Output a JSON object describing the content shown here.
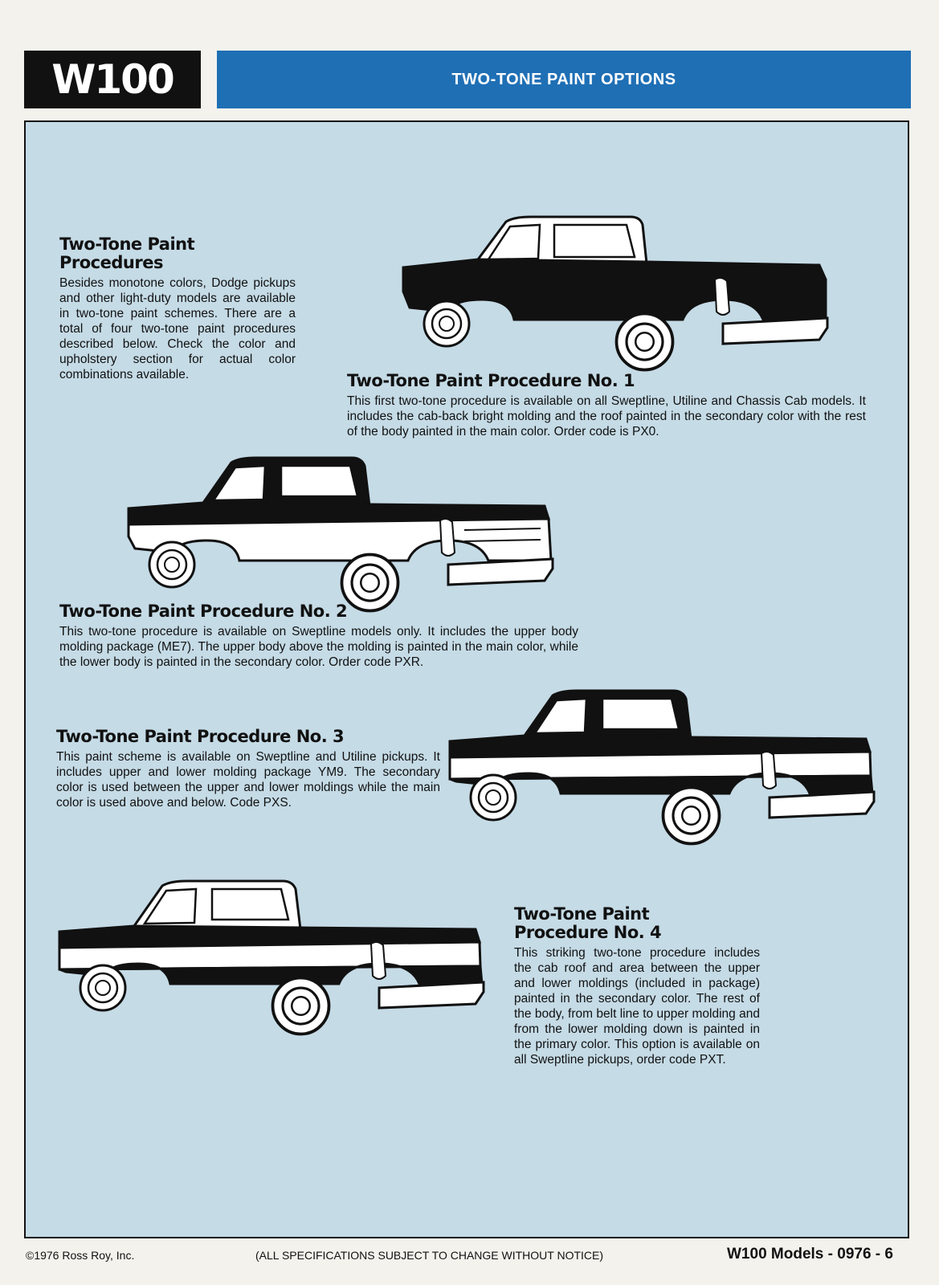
{
  "header": {
    "model": "W100",
    "title": "TWO-TONE PAINT OPTIONS"
  },
  "sections": [
    {
      "title_line1": "Two-Tone Paint",
      "title_line2": "Procedures",
      "body": "Besides monotone colors, Dodge pickups and other light-duty models are available in two-tone paint schemes. There are a total of four two-tone paint procedures described below. Check the color and upholstery section for actual color combinations available."
    },
    {
      "title": "Two-Tone Paint Procedure No. 1",
      "body": "This first two-tone procedure is available on all Sweptline, Utiline and Chassis Cab models. It includes the cab-back bright molding and the roof painted in the secondary color with the rest of the body painted in the main color. Order code is PX0."
    },
    {
      "title": "Two-Tone Paint Procedure No. 2",
      "body": "This two-tone procedure is available on Sweptline models only. It includes the upper body molding package (ME7). The upper body above the molding is painted in the main color, while the lower body is painted in the secondary color. Order code PXR."
    },
    {
      "title": "Two-Tone Paint Procedure No. 3",
      "body": "This paint scheme is available on Sweptline and Utiline pickups. It includes upper and lower molding package YM9. The secondary color is used between the upper and lower moldings while the main color is used above and below. Code PXS."
    },
    {
      "title_line1": "Two-Tone Paint",
      "title_line2": "Procedure No. 4",
      "body": "This striking two-tone procedure includes the cab roof and area between the upper and lower moldings (included in package) painted in the secondary color. The rest of the body, from belt line to upper molding and from the lower molding down is painted in the primary color. This option is available on all Sweptline pickups, order code PXT."
    }
  ],
  "footer": {
    "copyright": "©1976 Ross Roy, Inc.",
    "notice": "(ALL SPECIFICATIONS SUBJECT TO CHANGE WITHOUT NOTICE)",
    "code": "W100 Models - 0976 - 6"
  },
  "colors": {
    "accent_blue": "#1f6fb5",
    "panel_blue": "#c5dbe6",
    "ink": "#111111"
  }
}
